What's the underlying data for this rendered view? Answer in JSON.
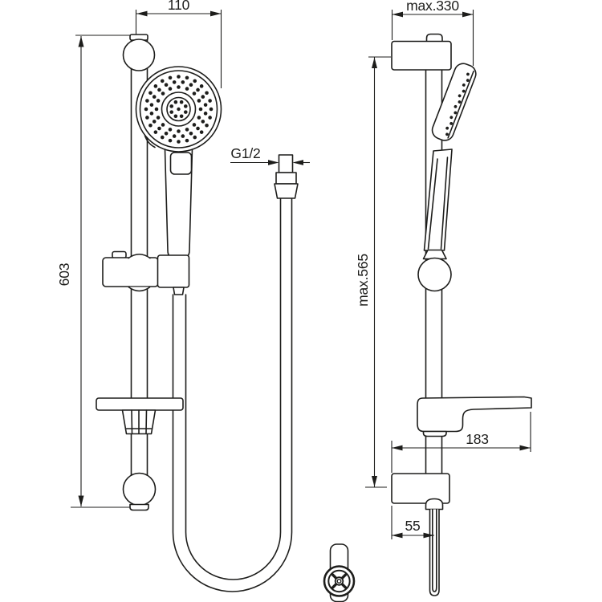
{
  "drawing": {
    "type": "technical-dimension-drawing",
    "subject": "shower rail set with hand shower, hose and soap dish (front and side views)"
  },
  "dimensions": {
    "front": {
      "head_diameter": "110",
      "rail_length": "603",
      "hose_thread": "G1/2"
    },
    "side": {
      "max_depth": "max.330",
      "max_mount_height": "max.565",
      "soap_dish_depth": "183",
      "hose_wall_offset": "55"
    }
  },
  "colors": {
    "line": "#1d1d1b",
    "background": "#ffffff"
  }
}
